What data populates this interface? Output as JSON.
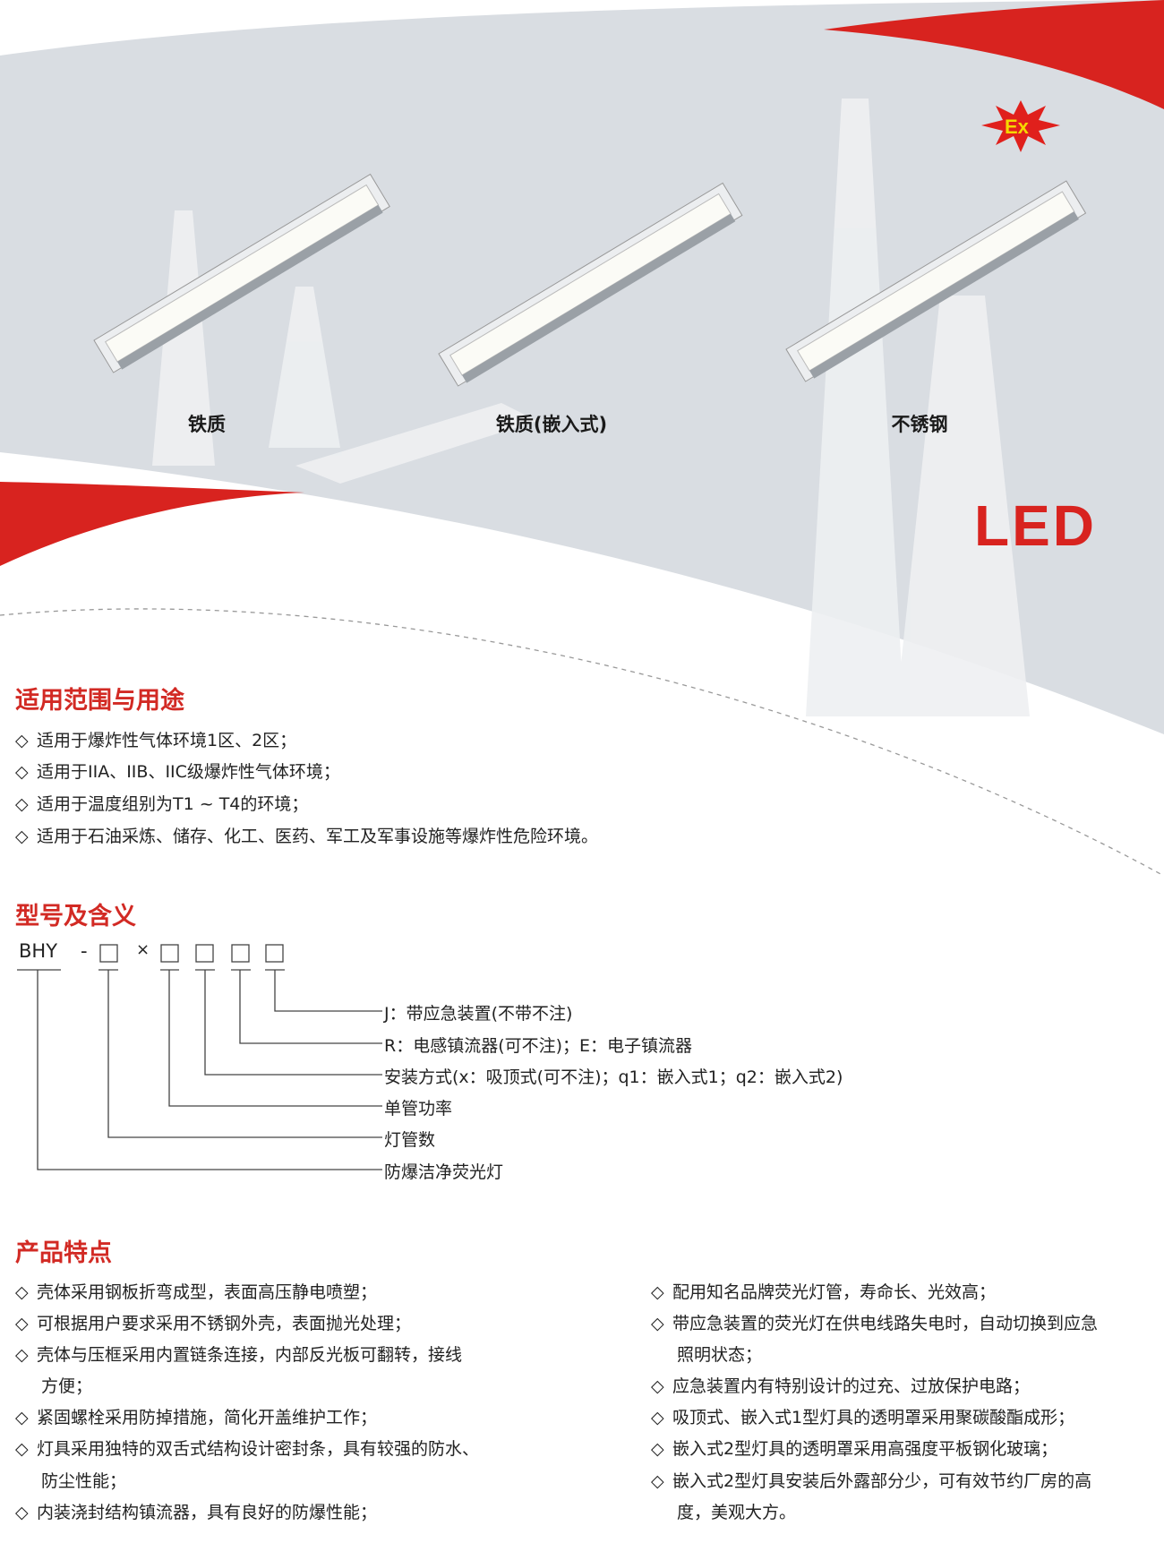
{
  "hero": {
    "products": [
      {
        "label": "铁质"
      },
      {
        "label": "铁质(嵌入式)"
      },
      {
        "label": "不锈钢"
      }
    ],
    "ex_badge": "Ex",
    "led_label": "LED",
    "colors": {
      "accent": "#d8231f",
      "background": "#d9dde2"
    }
  },
  "scope": {
    "title": "适用范围与用途",
    "items": [
      "适用于爆炸性气体环境1区、2区；",
      "适用于IIA、IIB、IIC级爆炸性气体环境；",
      "适用于温度组别为T1 ~ T4的环境；",
      "适用于石油采炼、储存、化工、医药、军工及军事设施等爆炸性危险环境。"
    ]
  },
  "model": {
    "title": "型号及含义",
    "prefix": "BHY",
    "dash": "-",
    "times": "×",
    "legend": [
      "J：带应急装置(不带不注)",
      "R：电感镇流器(可不注)；E：电子镇流器",
      "安装方式(x：吸顶式(可不注)；q1：嵌入式1；q2：嵌入式2)",
      "单管功率",
      "灯管数",
      "防爆洁净荧光灯"
    ]
  },
  "features": {
    "title": "产品特点",
    "bullet": "◇",
    "left": [
      [
        "壳体采用钢板折弯成型，表面高压静电喷塑；"
      ],
      [
        "可根据用户要求采用不锈钢外壳，表面抛光处理；"
      ],
      [
        "壳体与压框采用内置链条连接，内部反光板可翻转，接线",
        "方便；"
      ],
      [
        "紧固螺栓采用防掉措施，简化开盖维护工作；"
      ],
      [
        "灯具采用独特的双舌式结构设计密封条，具有较强的防水、",
        "防尘性能；"
      ],
      [
        "内装浇封结构镇流器，具有良好的防爆性能；"
      ]
    ],
    "right": [
      [
        "配用知名品牌荧光灯管，寿命长、光效高；"
      ],
      [
        "带应急装置的荧光灯在供电线路失电时，自动切换到应急",
        "照明状态；"
      ],
      [
        "应急装置内有特别设计的过充、过放保护电路；"
      ],
      [
        "吸顶式、嵌入式1型灯具的透明罩采用聚碳酸酯成形；"
      ],
      [
        "嵌入式2型灯具的透明罩采用高强度平板钢化玻璃；"
      ],
      [
        "嵌入式2型灯具安装后外露部分少，可有效节约厂房的高",
        "度，美观大方。"
      ]
    ]
  }
}
